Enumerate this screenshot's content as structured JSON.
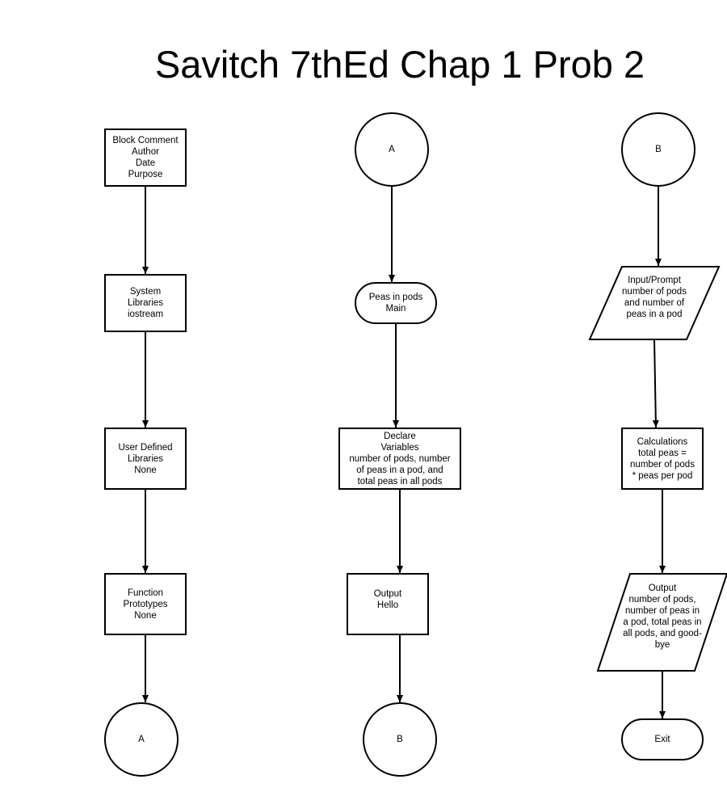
{
  "title": "Savitch 7thEd Chap 1 Prob 2",
  "nodes": {
    "block_comment": "Block Comment\nAuthor\nDate\nPurpose",
    "system_libraries": "System\nLibraries\niostream",
    "user_libraries": "User Defined\nLibraries\nNone",
    "function_prototypes": "Function\nPrototypes\nNone",
    "connector_a_out": "A",
    "connector_a_in": "A",
    "peas_main": "Peas in pods\nMain",
    "declare_variables": "Declare\nVariables\nnumber of pods, number\nof peas in a pod, and\ntotal peas in all pods",
    "output_hello": "Output\nHello",
    "connector_b_out": "B",
    "connector_b_in": "B",
    "input_prompt": "Input/Prompt\nnumber of pods\nand number of\npeas in a pod",
    "calculations": "Calculations\ntotal peas =\nnumber of pods\n* peas per pod",
    "output_results": "Output\nnumber of pods,\nnumber of peas in\na pod, total peas in\nall pods, and good-\nbye",
    "exit": "Exit"
  }
}
